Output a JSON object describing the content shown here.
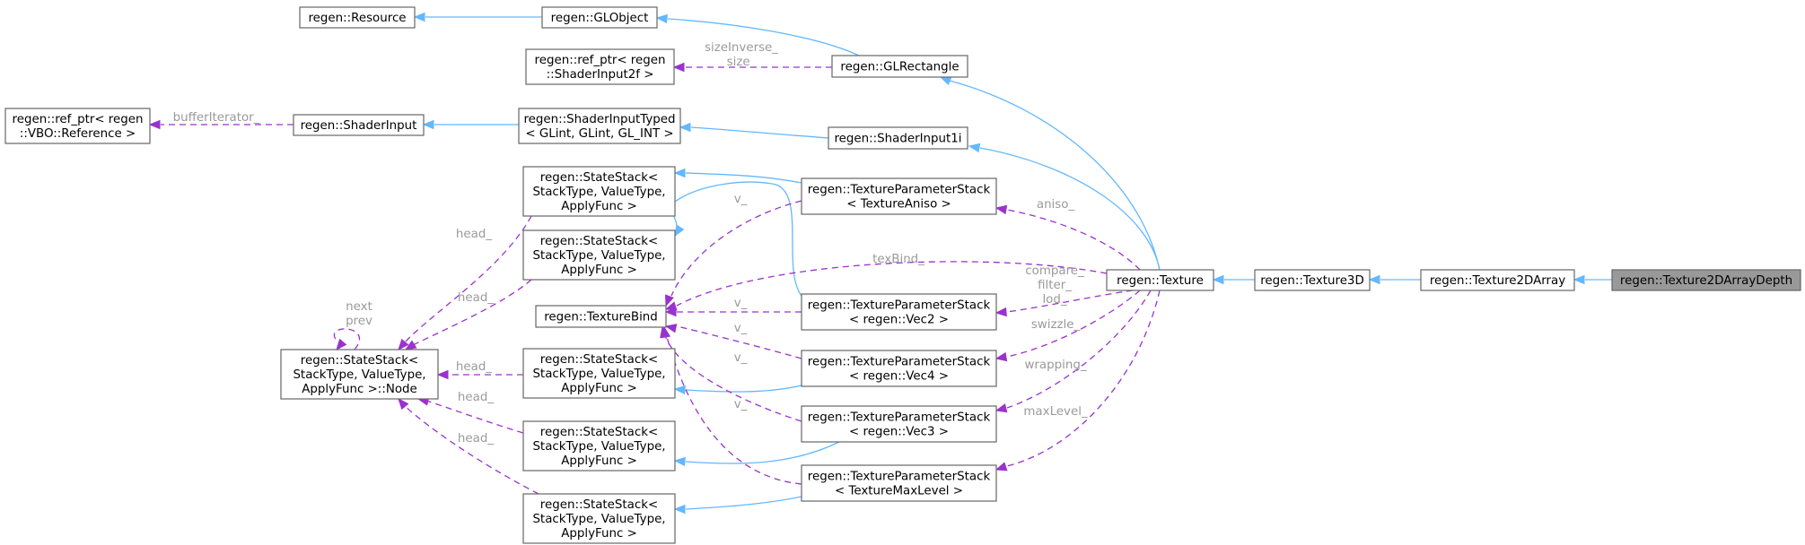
{
  "nodes": {
    "resource": [
      "regen::Resource"
    ],
    "globject": [
      "regen::GLObject"
    ],
    "refptr_shaderinput2f": [
      "regen::ref_ptr< regen",
      "::ShaderInput2f >"
    ],
    "glrectangle": [
      "regen::GLRectangle"
    ],
    "refptr_vboref": [
      "regen::ref_ptr< regen",
      "::VBO::Reference >"
    ],
    "shaderinput": [
      "regen::ShaderInput"
    ],
    "shaderinputtyped": [
      "regen::ShaderInputTyped",
      "< GLint, GLint, GL_INT >"
    ],
    "shaderinput1i": [
      "regen::ShaderInput1i"
    ],
    "statestack_1": [
      "regen::StateStack<",
      "StackType, ValueType,",
      "ApplyFunc >"
    ],
    "statestack_2": [
      "regen::StateStack<",
      "StackType, ValueType,",
      "ApplyFunc >"
    ],
    "statestack_3": [
      "regen::StateStack<",
      "StackType, ValueType,",
      "ApplyFunc >"
    ],
    "statestack_4": [
      "regen::StateStack<",
      "StackType, ValueType,",
      "ApplyFunc >"
    ],
    "statestack_5": [
      "regen::StateStack<",
      "StackType, ValueType,",
      "ApplyFunc >"
    ],
    "statestack_node": [
      "regen::StateStack<",
      "StackType, ValueType,",
      "ApplyFunc >::Node"
    ],
    "texturebind": [
      "regen::TextureBind"
    ],
    "tps_aniso": [
      "regen::TextureParameterStack",
      "< TextureAniso >"
    ],
    "tps_vec2": [
      "regen::TextureParameterStack",
      "< regen::Vec2 >"
    ],
    "tps_vec4": [
      "regen::TextureParameterStack",
      "< regen::Vec4 >"
    ],
    "tps_vec3": [
      "regen::TextureParameterStack",
      "< regen::Vec3 >"
    ],
    "tps_maxlevel": [
      "regen::TextureParameterStack",
      "< TextureMaxLevel >"
    ],
    "texture": [
      "regen::Texture"
    ],
    "texture3d": [
      "regen::Texture3D"
    ],
    "texture2darray": [
      "regen::Texture2DArray"
    ],
    "texture2darraydepth": [
      "regen::Texture2DArrayDepth"
    ]
  },
  "edge_labels": {
    "sizeinverse": [
      "sizeInverse_",
      "size_"
    ],
    "bufferiterator": [
      "bufferIterator_"
    ],
    "aniso": [
      "aniso_"
    ],
    "texbind": [
      "texBind_"
    ],
    "compare": [
      "compare_",
      "filter_",
      "lod_"
    ],
    "swizzle": [
      "swizzle_"
    ],
    "wrapping": [
      "wrapping_"
    ],
    "maxlevel": [
      "maxLevel_"
    ],
    "v_aniso": [
      "v_"
    ],
    "v_vec2": [
      "v_"
    ],
    "v_vec4": [
      "v_"
    ],
    "v_vec3": [
      "v_"
    ],
    "v_maxlevel": [
      "v_"
    ],
    "head_1": [
      "head_"
    ],
    "head_2": [
      "head_"
    ],
    "head_3": [
      "head_"
    ],
    "head_4": [
      "head_"
    ],
    "head_5": [
      "head_"
    ],
    "nextprev": [
      "next",
      "prev"
    ]
  },
  "colors": {
    "inheritance": "#63b8ff",
    "member": "#9a32cd",
    "current_node": "#999999",
    "label": "#9a9a9a"
  }
}
